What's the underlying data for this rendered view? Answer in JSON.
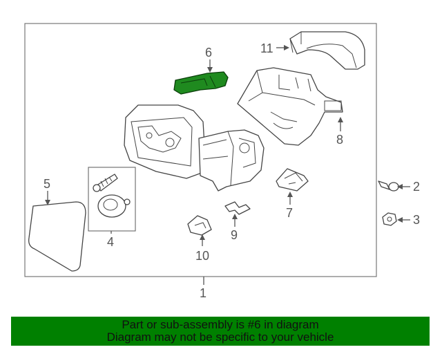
{
  "diagram": {
    "callouts": {
      "c1": "1",
      "c2": "2",
      "c3": "3",
      "c4": "4",
      "c5": "5",
      "c6": "6",
      "c7": "7",
      "c8": "8",
      "c9": "9",
      "c10": "10",
      "c11": "11"
    },
    "highlight_color": "#1f8a1f"
  },
  "banner": {
    "line1": "Part or sub-assembly is #6 in diagram",
    "line2": "Diagram may not be specific to your vehicle",
    "color": "#008000"
  }
}
